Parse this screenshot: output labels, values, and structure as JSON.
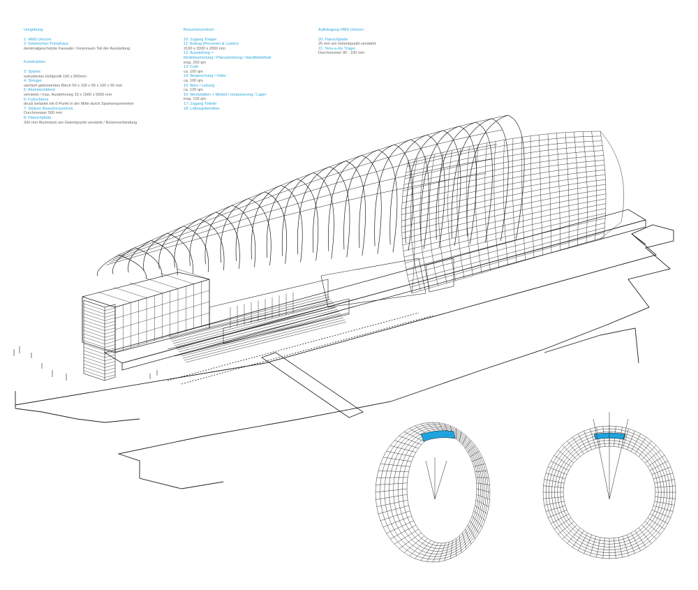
{
  "legend": {
    "umgebung": {
      "title": "Umgebung",
      "rows": [
        {
          "t": "1: HMS Unicorn",
          "c": true
        },
        {
          "t": "2: historisches Pumphaus",
          "c": true
        },
        {
          "t": "denkmalgeschützte Fassade / Innenraum Teil der Ausstellung",
          "c": false
        }
      ]
    },
    "konstruktion": {
      "title": "Konstruktion",
      "rows": [
        {
          "t": "3: Spante",
          "c": true
        },
        {
          "t": "extrudiertes Hohlprofil 150 x 500mm",
          "c": false
        },
        {
          "t": "4: Stringer",
          "c": true
        },
        {
          "t": "vierfach gebrümmtes Blech 50 x 100 x 50 x 100 x 50 mm",
          "c": false
        },
        {
          "t": "5: Aluminiumblech",
          "c": true
        },
        {
          "t": "vernietet / max. Ausdehnung 15 x 1500 x 5000 mm",
          "c": false
        },
        {
          "t": "6: Fußschiene",
          "c": true
        },
        {
          "t": "druck belastet mit 0-Punkt in der Mitte durch Spantensymmetrie",
          "c": false
        },
        {
          "t": "7: Stützen Besucherzentrum",
          "c": true
        },
        {
          "t": "Durchmesser 500 mm",
          "c": false
        },
        {
          "t": "8: Flanschplatte",
          "c": true
        },
        {
          "t": "200 mm Aluminium am Gelenkpunkt verstärkt / Bolzenverbindung",
          "c": false
        }
      ]
    },
    "besucherzentrum": {
      "title": "Besucherzentrum",
      "rows": [
        {
          "t": "10: Zugang Treppe",
          "c": true
        },
        {
          "t": "11: Aufzug (Personen & Lasten)",
          "c": true
        },
        {
          "t": "2100 x 3300 x 2650 mm",
          "c": false
        },
        {
          "t": "12: Ausstellung +",
          "c": true
        },
        {
          "t": "Modellsammlung / Plansammlung / Handbibliothek",
          "c": true
        },
        {
          "t": "insg. 250 qm",
          "c": false
        },
        {
          "t": "13: Café",
          "c": true
        },
        {
          "t": "ca. 100 qm",
          "c": false
        },
        {
          "t": "14: Besprechung / Video",
          "c": true
        },
        {
          "t": "ca. 100 qm",
          "c": false
        },
        {
          "t": "15: Büro / Leitung",
          "c": true
        },
        {
          "t": "ca. 125 qm",
          "c": false
        },
        {
          "t": "16: Werkstätten + Modell / restaurierung / Lager",
          "c": true
        },
        {
          "t": "insg. 125 qm",
          "c": false
        },
        {
          "t": "17: Zugang Toilette",
          "c": true
        },
        {
          "t": "18: Lüftungslamellen",
          "c": true
        }
      ]
    },
    "aufhaengung": {
      "title": "Aufhängung HMS Unicorn",
      "rows": [
        {
          "t": "20: Flanschplatte",
          "c": true
        },
        {
          "t": "25 mm am Gelenkpunkt verstärkt",
          "c": false
        },
        {
          "t": "21: Tens-a-rity Träger",
          "c": true
        },
        {
          "t": "Durchmesser 90 - 100 mm",
          "c": false
        }
      ]
    }
  },
  "colors": {
    "accent": "#2aa7df",
    "line": "#1a1a1a",
    "grey_text": "#555555",
    "flange_fill": "#1fa3dd"
  }
}
